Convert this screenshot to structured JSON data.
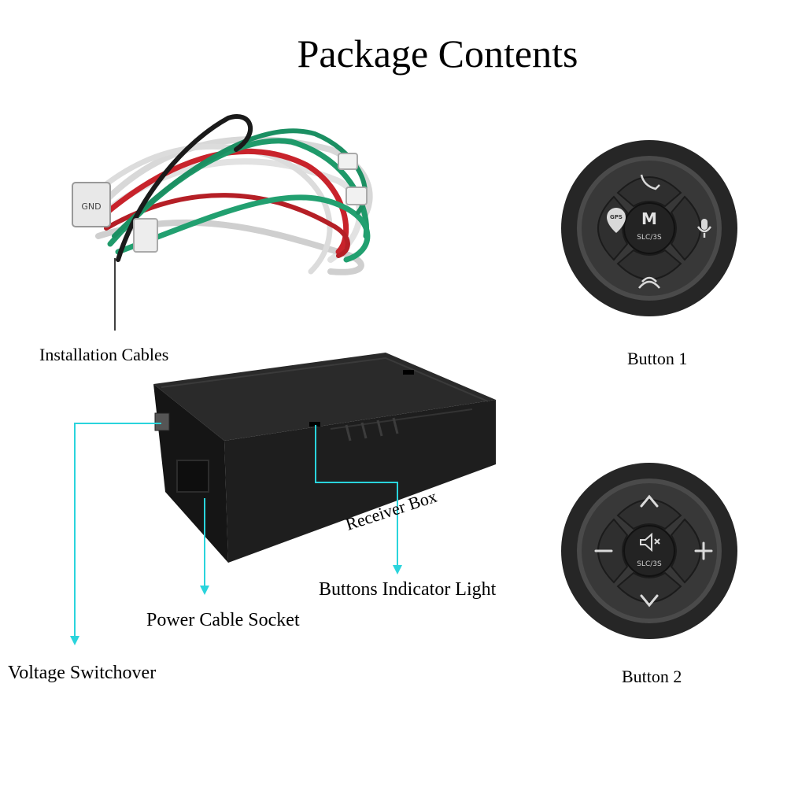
{
  "title": "Package Contents",
  "labels": {
    "installation_cables": "Installation Cables",
    "button_1": "Button 1",
    "button_2": "Button 2",
    "receiver_box": "Receiver Box",
    "buttons_indicator_light": "Buttons Indicator Light",
    "power_cable_socket": "Power Cable Socket",
    "voltage_switchover": "Voltage Switchover"
  },
  "cable_tag": "GND",
  "button_1": {
    "center_letter": "M",
    "center_sub": "SLC/3S",
    "left_text": "GPS"
  },
  "button_2": {
    "center_sub": "SLC/3S"
  },
  "colors": {
    "callout_line": "#2ad4dc",
    "button_ring": "#2b2b2b",
    "button_face": "#3a3a3a",
    "box_body": "#1e1e1e"
  },
  "icons": {
    "button_1_top": "phone-handset-icon",
    "button_1_left": "gps-pin-icon",
    "button_1_right": "microphone-icon",
    "button_1_bottom": "hang-up-icon",
    "button_2_top": "chevron-up-icon",
    "button_2_left": "minus-icon",
    "button_2_right": "plus-icon",
    "button_2_bottom": "chevron-down-icon",
    "button_2_center": "mute-speaker-icon"
  }
}
